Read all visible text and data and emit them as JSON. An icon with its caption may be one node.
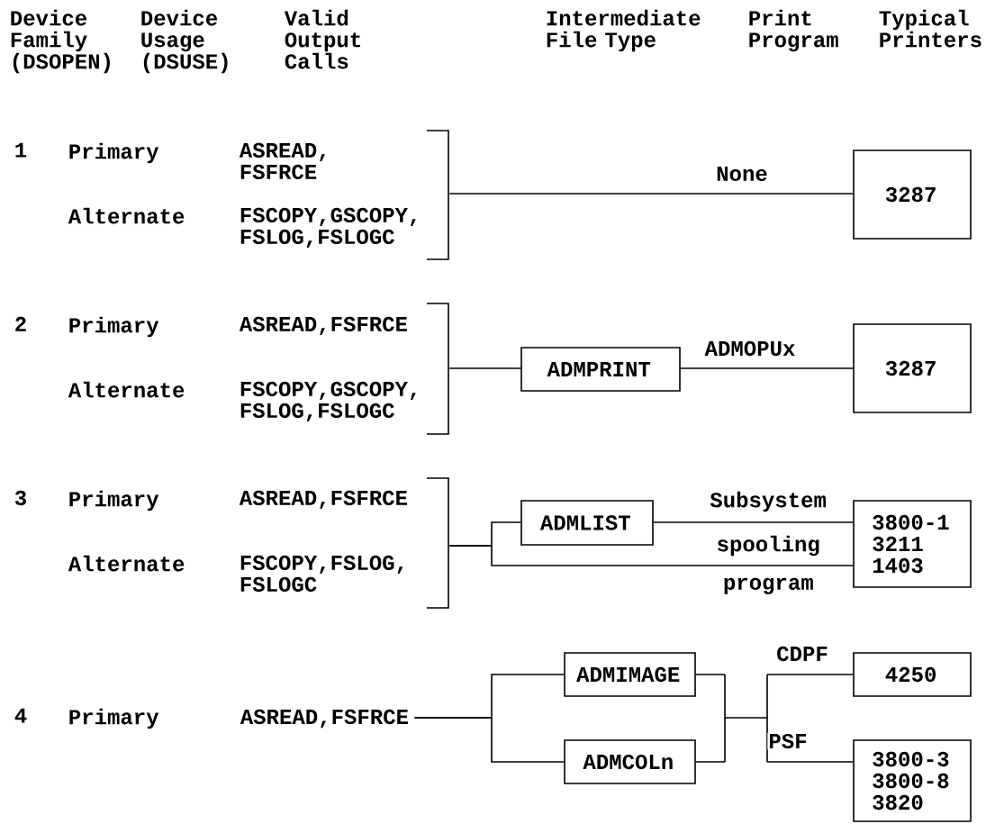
{
  "diagram": {
    "nodes": [
      {
        "text": [],
        "shape": "bracket"
      },
      {
        "text": [
          "3287"
        ]
      },
      {
        "text": [],
        "shape": "bracket"
      },
      {
        "text": [
          "ADMPRINT"
        ]
      },
      {
        "text": [
          "3287"
        ]
      },
      {
        "text": [],
        "shape": "bracket"
      },
      {
        "text": [
          "ADMLIST"
        ]
      },
      {
        "text": [
          "3800-1 3211 1403"
        ]
      },
      {
        "text": [
          "ASREAD,FSFRCE"
        ]
      },
      {
        "text": [
          "ADMIMAGE"
        ]
      },
      {
        "text": [
          "ADMCOLn"
        ]
      },
      {
        "text": [
          "4250"
        ]
      },
      {
        "text": [
          "3800-3 3800-8 3820"
        ]
      }
    ],
    "edges": [
      {
        "from": 0,
        "to": 1,
        "arrow": "none",
        "label": "None"
      },
      {
        "from": 2,
        "to": 3,
        "arrow": "none"
      },
      {
        "from": 3,
        "to": 4,
        "arrow": "none",
        "label": "ADMOPUx"
      },
      {
        "from": 5,
        "to": 6,
        "arrow": "none"
      },
      {
        "from": 6,
        "to": 7,
        "arrow": "none"
      },
      {
        "from": 5,
        "to": 7,
        "arrow": "none"
      },
      {
        "from": 8,
        "to": 9,
        "arrow": "none"
      },
      {
        "from": 8,
        "to": 10,
        "arrow": "none"
      },
      {
        "from": 9,
        "to": 11,
        "arrow": "none",
        "label": "CDPF"
      },
      {
        "from": 9,
        "to": 12,
        "arrow": "none"
      },
      {
        "from": 10,
        "to": 11,
        "arrow": "none"
      },
      {
        "from": 10,
        "to": 12,
        "arrow": "none",
        "label": "PSF"
      }
    ],
    "labels": [
      "Device Family (DSOPEN)",
      "Device Usage (DSUSE)",
      "Valid Output Calls",
      "Intermediate File Type",
      "Print Program",
      "Typical Printers",
      "1",
      "Primary",
      "ASREAD, FSFRCE",
      "Alternate",
      "FSCOPY,GSCOPY, FSLOG,FSLOGC",
      "2",
      "Primary",
      "ASREAD,FSFRCE",
      "Alternate",
      "FSCOPY,GSCOPY, FSLOG,FSLOGC",
      "3",
      "Primary",
      "ASREAD,FSFRCE",
      "Subsystem",
      "spooling",
      "Alternate",
      "FSCOPY,FSLOG, FSLOGC",
      "program",
      "4",
      "Primary"
    ]
  }
}
